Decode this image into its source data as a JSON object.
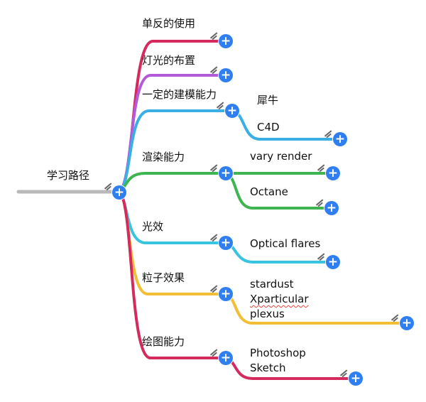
{
  "root": {
    "label": "学习路径"
  },
  "branches": [
    {
      "label": "单反的使用"
    },
    {
      "label": "灯光的布置"
    },
    {
      "label": "一定的建模能力"
    },
    {
      "label": "渲染能力"
    },
    {
      "label": "光效"
    },
    {
      "label": "粒子效果"
    },
    {
      "label": "绘图能力"
    }
  ],
  "subtopics": {
    "modeling": [
      "犀牛",
      "C4D"
    ],
    "render": [
      "vary render",
      "Octane"
    ],
    "light": [
      "Optical flares"
    ],
    "particle": [
      "stardust",
      "Xparticular",
      "plexus"
    ],
    "drawing": [
      "Photoshop",
      "Sketch"
    ]
  },
  "expand_symbol": "+",
  "colors": {
    "root_line": "#b8b8b8",
    "dslr": "#d42a5e",
    "lighting": "#b35ad8",
    "modeling": "#39afe4",
    "render": "#3fb552",
    "light_effect": "#38c4de",
    "particle": "#f2be35",
    "drawing": "#d42a5e",
    "button": "#2f7ff0"
  }
}
